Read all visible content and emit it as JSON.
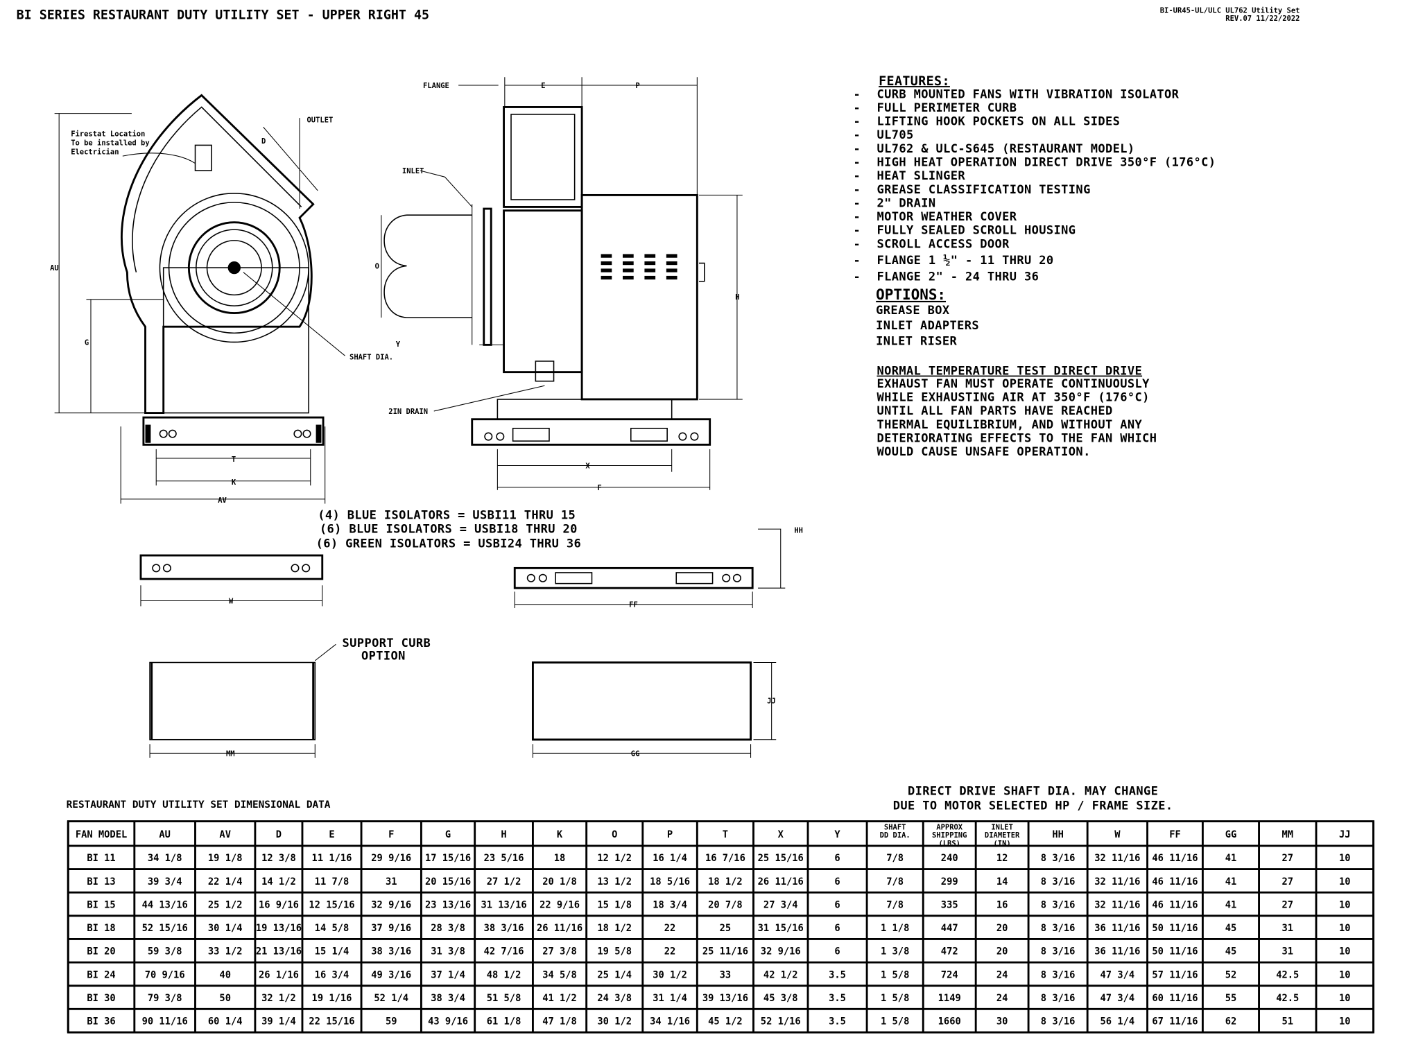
{
  "title": "BI SERIES RESTAURANT DUTY UTILITY SET - UPPER RIGHT 45",
  "doc_ref": {
    "line1": "BI-UR45-UL/ULC UL762 Utility Set",
    "line2": "REV.07   11/22/2022"
  },
  "features": {
    "heading": "FEATURES:",
    "items": [
      "CURB MOUNTED FANS WITH VIBRATION ISOLATOR",
      "FULL PERIMETER CURB",
      "LIFTING HOOK POCKETS ON ALL SIDES",
      "UL705",
      "UL762 & ULC-S645 (RESTAURANT MODEL)",
      "HIGH HEAT OPERATION DIRECT DRIVE 350°F (176°C)",
      "HEAT SLINGER",
      "GREASE CLASSIFICATION TESTING",
      "2\" DRAIN",
      "MOTOR WEATHER COVER",
      "FULLY SEALED SCROLL HOUSING",
      "SCROLL ACCESS DOOR",
      "FLANGE 1 ½\" - 11 THRU 20",
      "FLANGE 2\" - 24 THRU 36"
    ]
  },
  "options": {
    "heading": "OPTIONS:",
    "items": [
      "GREASE BOX",
      "INLET ADAPTERS",
      "INLET RISER"
    ]
  },
  "test_note": {
    "heading": "NORMAL TEMPERATURE TEST DIRECT DRIVE",
    "lines": [
      "EXHAUST FAN MUST OPERATE CONTINUOUSLY",
      "WHILE EXHAUSTING AIR AT 350°F (176°C)",
      "UNTIL ALL FAN PARTS HAVE REACHED",
      "THERMAL EQUILIBRIUM, AND WITHOUT ANY",
      "DETERIORATING EFFECTS TO THE FAN WHICH",
      "WOULD CAUSE UNSAFE OPERATION."
    ]
  },
  "drawing_labels": {
    "firestat": [
      "Firestat Location",
      "To be installed by",
      "Electrician"
    ],
    "outlet": "OUTLET",
    "d": "D",
    "au": "AU",
    "g": "G",
    "shaft_dia": "SHAFT DIA.",
    "t": "T",
    "k": "K",
    "av": "AV",
    "flange": "FLANGE",
    "e": "E",
    "p": "P",
    "inlet": "INLET",
    "o": "O",
    "y": "Y",
    "h": "H",
    "drain": "2IN DRAIN",
    "x": "X",
    "f": "F",
    "isolators": [
      "(4) BLUE ISOLATORS = USBI11 THRU 15",
      "(6) BLUE ISOLATORS = USBI18 THRU 20",
      "(6) GREEN ISOLATORS = USBI24 THRU 36"
    ],
    "hh": "HH",
    "w": "W",
    "ff": "FF",
    "support_curb": [
      "SUPPORT CURB",
      "OPTION"
    ],
    "mm": "MM",
    "gg": "GG",
    "jj": "JJ"
  },
  "table": {
    "title": "RESTAURANT DUTY UTILITY SET DIMENSIONAL DATA",
    "note": [
      "DIRECT DRIVE SHAFT DIA. MAY CHANGE",
      "DUE TO MOTOR SELECTED HP / FRAME SIZE."
    ],
    "headers": [
      "FAN MODEL",
      "AU",
      "AV",
      "D",
      "E",
      "F",
      "G",
      "H",
      "K",
      "O",
      "P",
      "T",
      "X",
      "Y",
      "SHAFT|DD DIA.",
      "APPROX|SHIPPING|(LBS)",
      "INLET|DIAMETER|(IN)",
      "HH",
      "W",
      "FF",
      "GG",
      "MM",
      "JJ"
    ],
    "rows": [
      [
        "BI 11",
        "34 1/8",
        "19 1/8",
        "12 3/8",
        "11 1/16",
        "29 9/16",
        "17 15/16",
        "23 5/16",
        "18",
        "12 1/2",
        "16 1/4",
        "16 7/16",
        "25 15/16",
        "6",
        "7/8",
        "240",
        "12",
        "8 3/16",
        "32 11/16",
        "46 11/16",
        "41",
        "27",
        "10"
      ],
      [
        "BI 13",
        "39 3/4",
        "22 1/4",
        "14 1/2",
        "11 7/8",
        "31",
        "20 15/16",
        "27 1/2",
        "20 1/8",
        "13 1/2",
        "18 5/16",
        "18 1/2",
        "26 11/16",
        "6",
        "7/8",
        "299",
        "14",
        "8 3/16",
        "32 11/16",
        "46 11/16",
        "41",
        "27",
        "10"
      ],
      [
        "BI 15",
        "44 13/16",
        "25 1/2",
        "16 9/16",
        "12 15/16",
        "32 9/16",
        "23 13/16",
        "31 13/16",
        "22 9/16",
        "15 1/8",
        "18 3/4",
        "20 7/8",
        "27 3/4",
        "6",
        "7/8",
        "335",
        "16",
        "8 3/16",
        "32 11/16",
        "46 11/16",
        "41",
        "27",
        "10"
      ],
      [
        "BI 18",
        "52 15/16",
        "30 1/4",
        "19 13/16",
        "14 5/8",
        "37 9/16",
        "28 3/8",
        "38 3/16",
        "26 11/16",
        "18 1/2",
        "22",
        "25",
        "31 15/16",
        "6",
        "1 1/8",
        "447",
        "20",
        "8 3/16",
        "36 11/16",
        "50 11/16",
        "45",
        "31",
        "10"
      ],
      [
        "BI 20",
        "59 3/8",
        "33 1/2",
        "21 13/16",
        "15 1/4",
        "38 3/16",
        "31 3/8",
        "42 7/16",
        "27 3/8",
        "19 5/8",
        "22",
        "25 11/16",
        "32 9/16",
        "6",
        "1 3/8",
        "472",
        "20",
        "8 3/16",
        "36 11/16",
        "50 11/16",
        "45",
        "31",
        "10"
      ],
      [
        "BI 24",
        "70 9/16",
        "40",
        "26 1/16",
        "16 3/4",
        "49 3/16",
        "37 1/4",
        "48 1/2",
        "34 5/8",
        "25 1/4",
        "30 1/2",
        "33",
        "42 1/2",
        "3.5",
        "1 5/8",
        "724",
        "24",
        "8 3/16",
        "47 3/4",
        "57 11/16",
        "52",
        "42.5",
        "10"
      ],
      [
        "BI 30",
        "79 3/8",
        "50",
        "32 1/2",
        "19 1/16",
        "52 1/4",
        "38 3/4",
        "51 5/8",
        "41 1/2",
        "24 3/8",
        "31 1/4",
        "39 13/16",
        "45 3/8",
        "3.5",
        "1 5/8",
        "1149",
        "24",
        "8 3/16",
        "47 3/4",
        "60 11/16",
        "55",
        "42.5",
        "10"
      ],
      [
        "BI 36",
        "90 11/16",
        "60 1/4",
        "39 1/4",
        "22 15/16",
        "59",
        "43 9/16",
        "61 1/8",
        "47 1/8",
        "30 1/2",
        "34 1/16",
        "45 1/2",
        "52 1/16",
        "3.5",
        "1 5/8",
        "1660",
        "30",
        "8 3/16",
        "56 1/4",
        "67 11/16",
        "62",
        "51",
        "10"
      ]
    ]
  }
}
